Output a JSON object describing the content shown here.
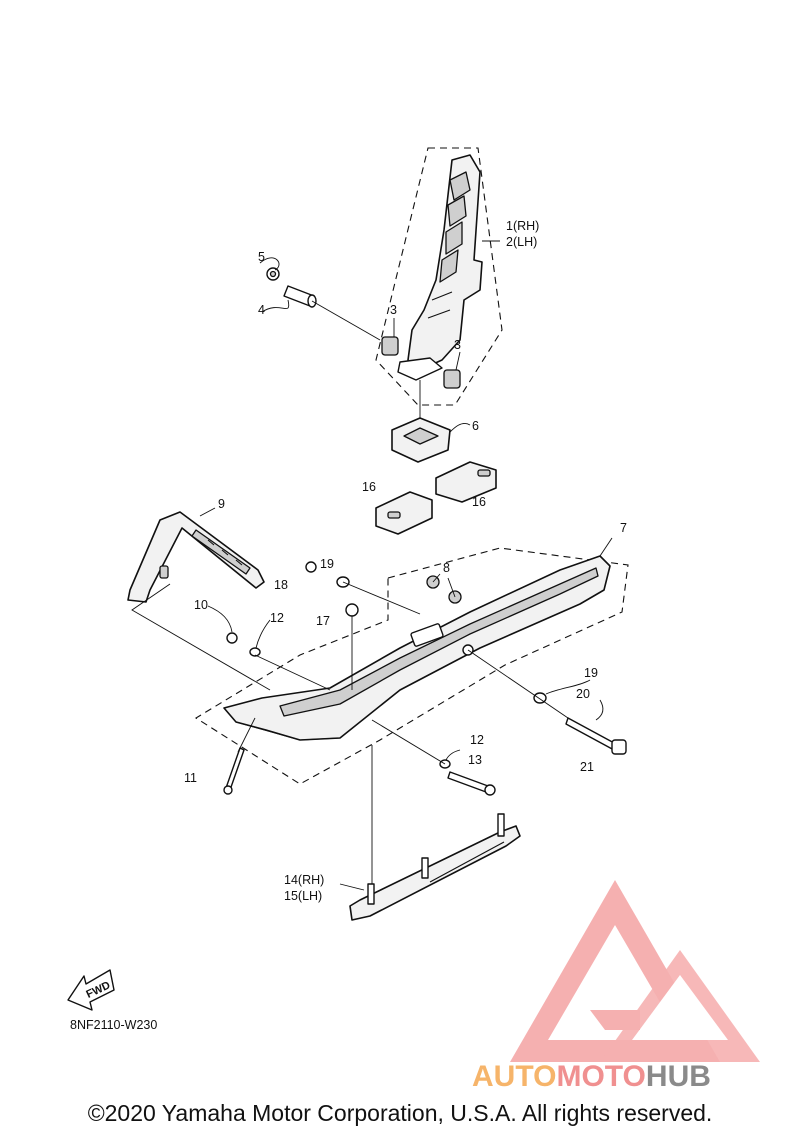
{
  "callouts": {
    "c1": "1(RH)",
    "c2": "2(LH)",
    "c3a": "3",
    "c3b": "3",
    "c4": "4",
    "c5": "5",
    "c6": "6",
    "c7": "7",
    "c8": "8",
    "c9": "9",
    "c10": "10",
    "c11": "11",
    "c12a": "12",
    "c12b": "12",
    "c13": "13",
    "c14": "14(RH)",
    "c15": "15(LH)",
    "c16a": "16",
    "c16b": "16",
    "c17": "17",
    "c18": "18",
    "c19a": "19",
    "c19b": "19",
    "c20": "20",
    "c21": "21"
  },
  "fwd_label": "FWD",
  "diagram_code": "8NF2110-W230",
  "watermark": {
    "part1": "AUTO",
    "part2": "MOTO",
    "part3": "HUB"
  },
  "copyright": "©2020 Yamaha Motor Corporation, U.S.A. All rights reserved.",
  "colors": {
    "watermark_orange": "#f6b46a",
    "watermark_pink": "#f09090",
    "watermark_grey": "#8a8a8a"
  }
}
